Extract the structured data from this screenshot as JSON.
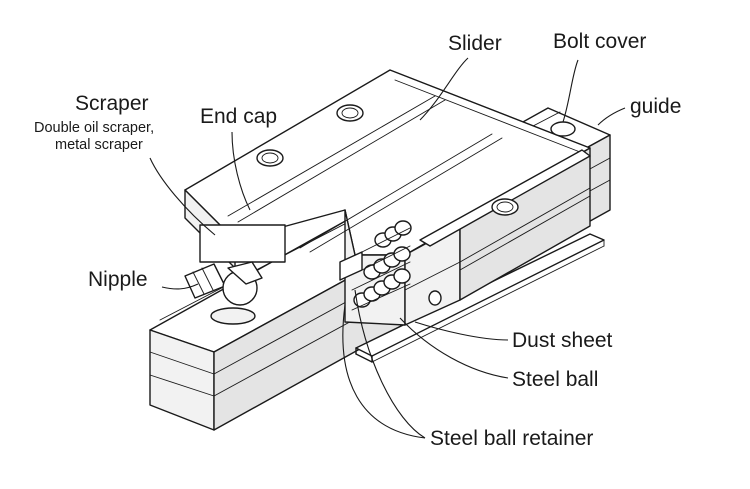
{
  "labels": {
    "slider": "Slider",
    "bolt_cover": "Bolt cover",
    "guide": "guide",
    "scraper": "Scraper",
    "scraper_note_1": "Double oil scraper,",
    "scraper_note_2": "metal scraper",
    "end_cap": "End cap",
    "nipple": "Nipple",
    "dust_sheet": "Dust sheet",
    "steel_ball": "Steel ball",
    "steel_ball_retainer": "Steel ball retainer"
  }
}
